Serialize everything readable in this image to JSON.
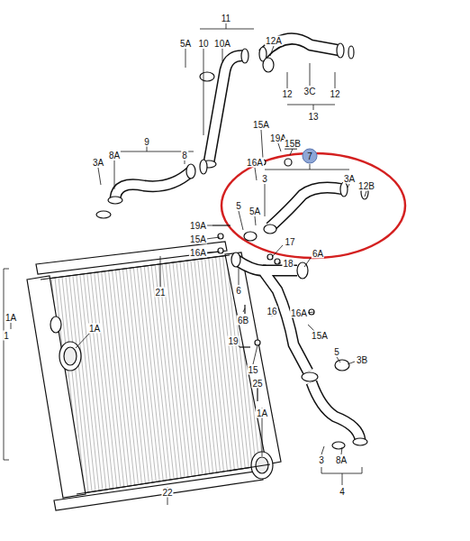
{
  "diagram": {
    "labels": [
      "11",
      "5A",
      "10",
      "10A",
      "12A",
      "12",
      "3C",
      "12",
      "13",
      "9",
      "15A",
      "19A",
      "15B",
      "8A",
      "8",
      "3A",
      "16A",
      "7",
      "3",
      "3A",
      "12B",
      "5",
      "5A",
      "19A",
      "15A",
      "16A",
      "17",
      "18",
      "6A",
      "21",
      "1A",
      "1",
      "1A",
      "6",
      "6B",
      "16A",
      "16",
      "15A",
      "19",
      "15",
      "5",
      "3B",
      "25",
      "1A",
      "3",
      "8A",
      "4",
      "22"
    ]
  }
}
